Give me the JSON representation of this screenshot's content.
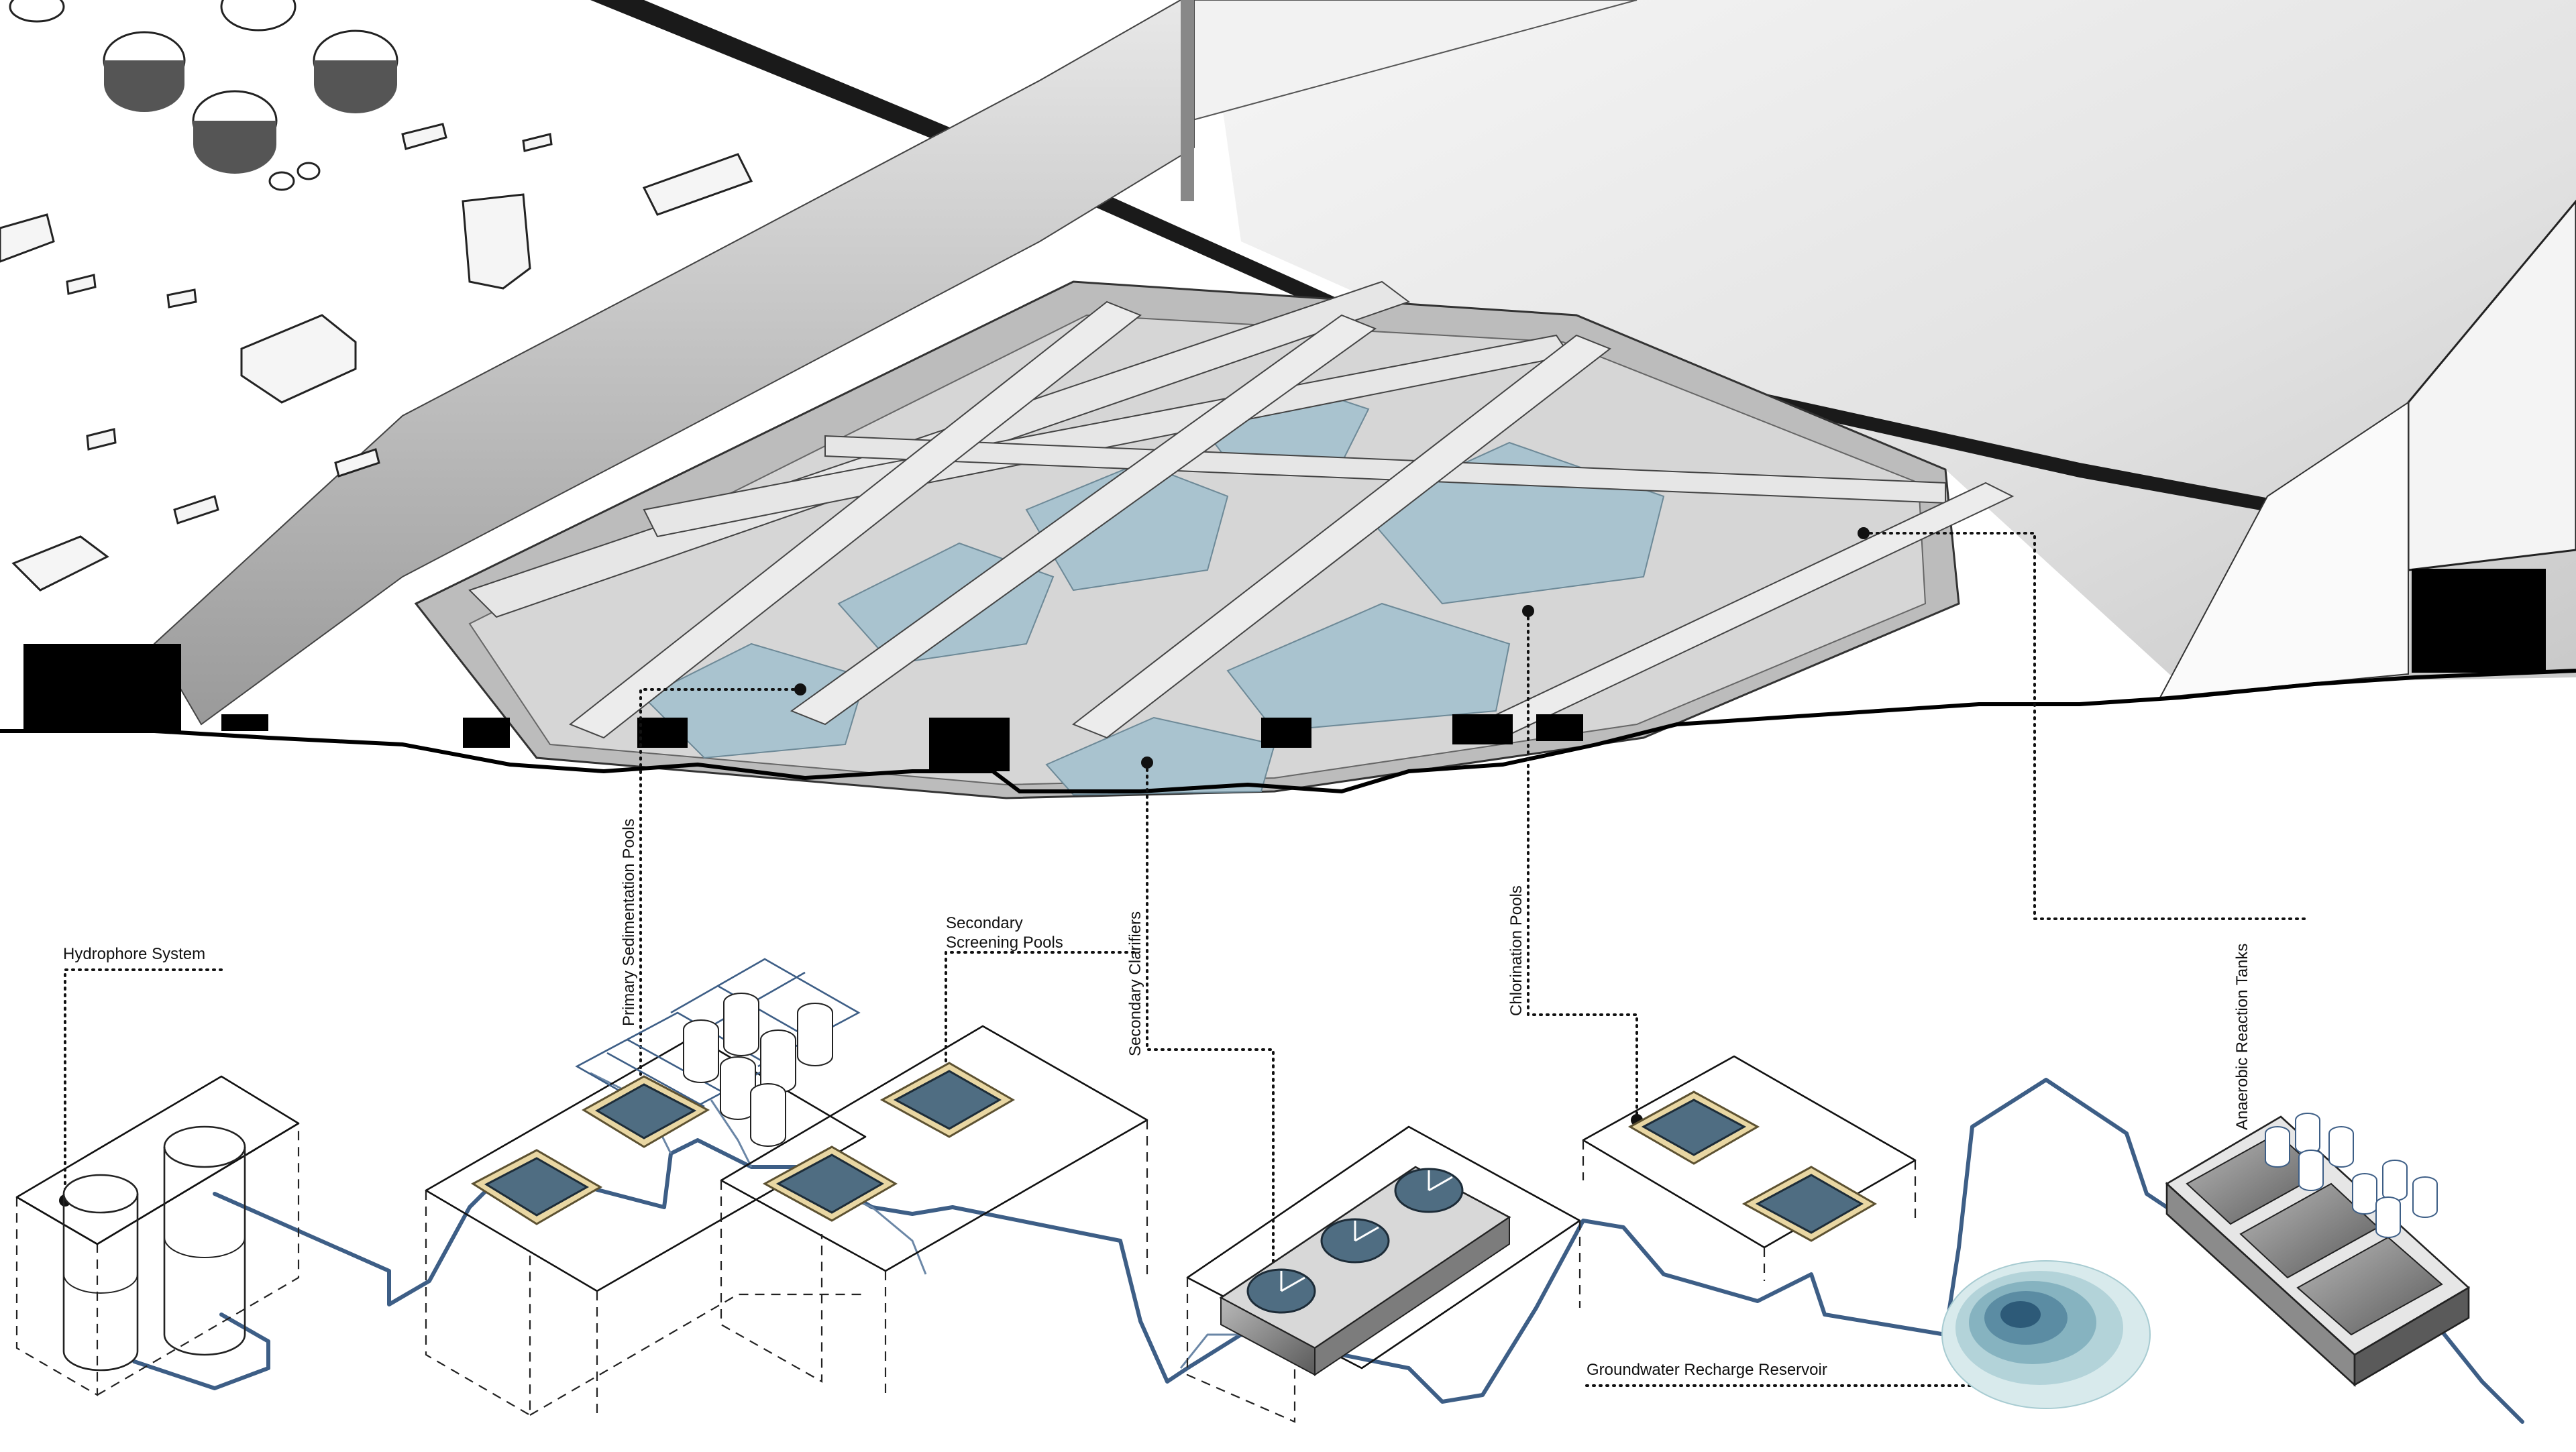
{
  "labels": {
    "hydrophore": "Hydrophore System",
    "primary_sedimentation": "Primary Sedimentation Pools",
    "secondary_screening_line1": "Secondary",
    "secondary_screening_line2": "Screening Pools",
    "secondary_clarifiers": "Secondary Clarifiers",
    "chlorination": "Chlorination Pools",
    "anaerobic": "Anaerobic Reaction Tanks",
    "groundwater": "Groundwater Recharge Reservoir"
  },
  "colors": {
    "pipe": "#3d5e86",
    "water_plan": "#a9c3cf",
    "water_tank": "#4f6d82",
    "rim": "#e9d7a3",
    "reservoir_outer": "#cfe3e6",
    "reservoir_inner": "#2d5a78",
    "section_cut": "#000000"
  }
}
